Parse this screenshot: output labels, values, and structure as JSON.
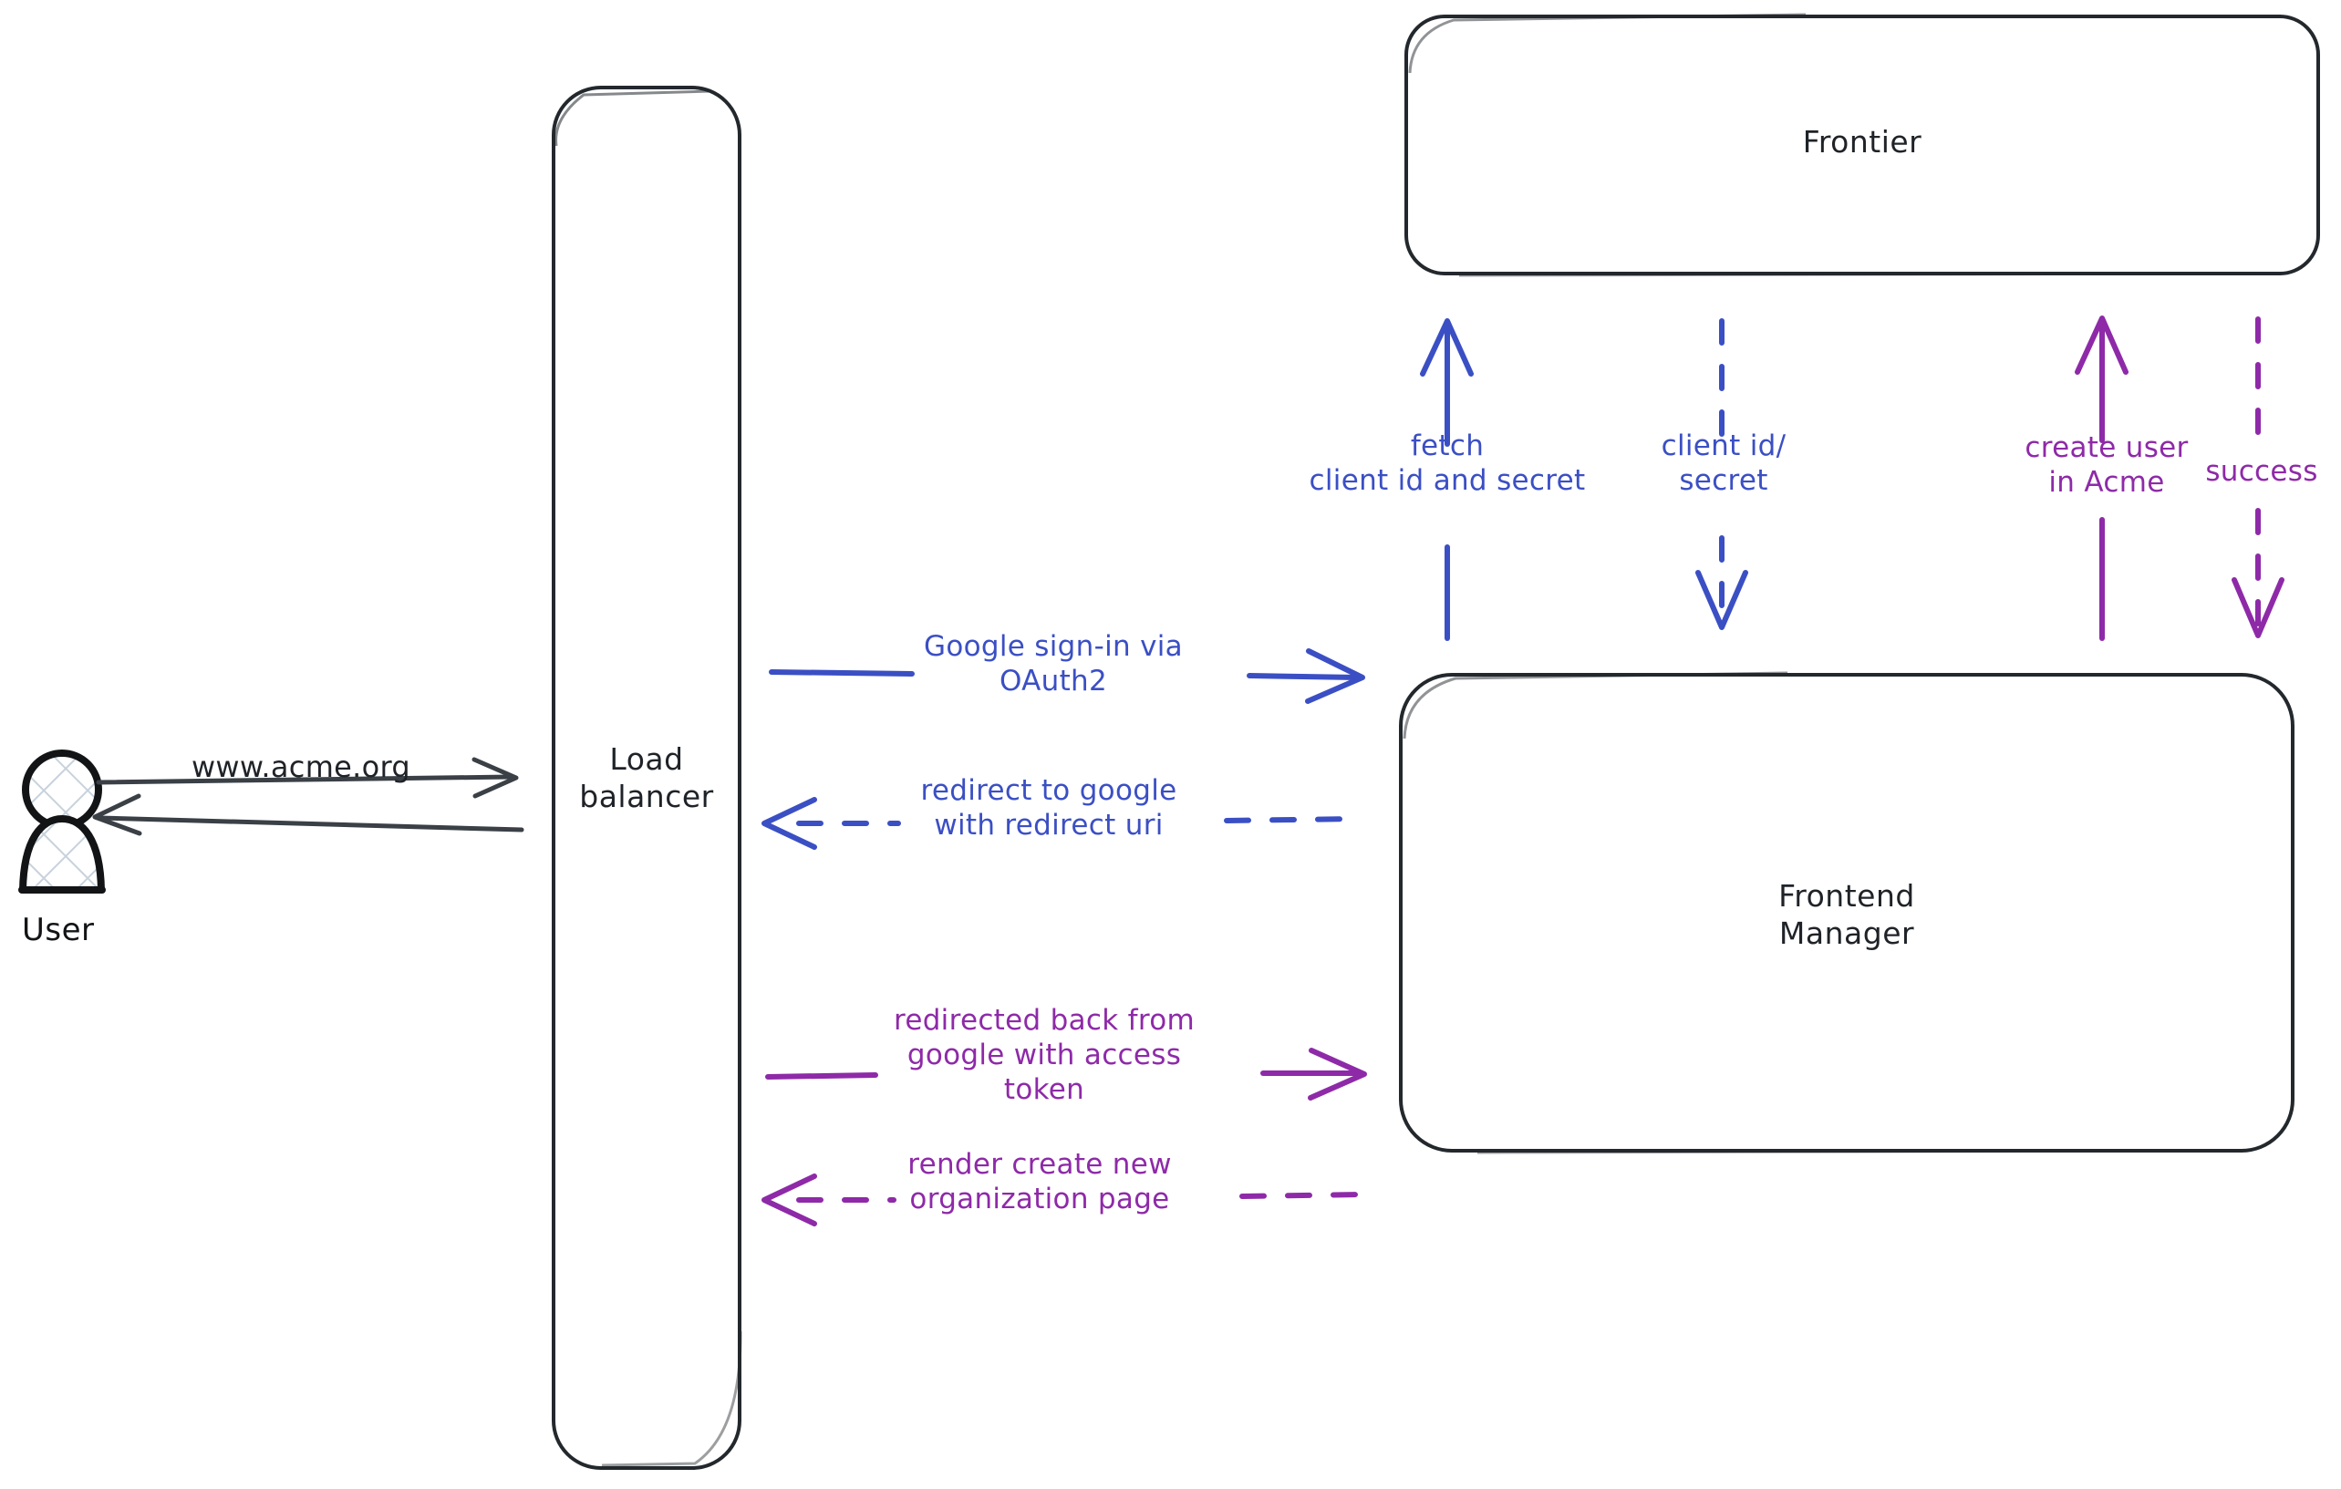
{
  "diagram": {
    "title": "OAuth2 Google sign-in sequence",
    "style": "hand-drawn",
    "background": "#ffffff",
    "colors": {
      "stroke_dark": "#23282d",
      "blue": "#3b4fc4",
      "purple": "#8e2aa8",
      "actor_fill_pattern": "#ccd4dd"
    }
  },
  "actors": {
    "user": {
      "label": "User"
    }
  },
  "nodes": {
    "load_balancer": {
      "label": "Load\nbalancer"
    },
    "frontier": {
      "label": "Frontier"
    },
    "frontend_manager": {
      "label": "Frontend\nManager"
    }
  },
  "edges": {
    "user_to_lb": {
      "label": "www.acme.org",
      "color": "#23282d",
      "style": "solid",
      "direction": "right"
    },
    "lb_to_user": {
      "label": "",
      "color": "#23282d",
      "style": "solid",
      "direction": "left"
    },
    "lb_to_fm_signin": {
      "label": "Google sign-in via\nOAuth2",
      "color": "#3b4fc4",
      "style": "solid",
      "direction": "right"
    },
    "fm_to_lb_redirect": {
      "label": "redirect to google\nwith redirect uri",
      "color": "#3b4fc4",
      "style": "dashed",
      "direction": "left"
    },
    "lb_to_fm_token": {
      "label": "redirected back from\ngoogle with access\ntoken",
      "color": "#8e2aa8",
      "style": "solid",
      "direction": "right"
    },
    "fm_to_lb_render": {
      "label": "render create new\norganization page",
      "color": "#8e2aa8",
      "style": "dashed",
      "direction": "left"
    },
    "fm_to_frontier_fetch": {
      "label": "fetch\nclient id and secret",
      "color": "#3b4fc4",
      "style": "solid",
      "direction": "up"
    },
    "frontier_to_fm_creds": {
      "label": "client id/\nsecret",
      "color": "#3b4fc4",
      "style": "dashed",
      "direction": "down"
    },
    "fm_to_frontier_create": {
      "label": "create user\nin Acme",
      "color": "#8e2aa8",
      "style": "solid",
      "direction": "up"
    },
    "frontier_to_fm_success": {
      "label": "success",
      "color": "#8e2aa8",
      "style": "dashed",
      "direction": "down"
    }
  }
}
